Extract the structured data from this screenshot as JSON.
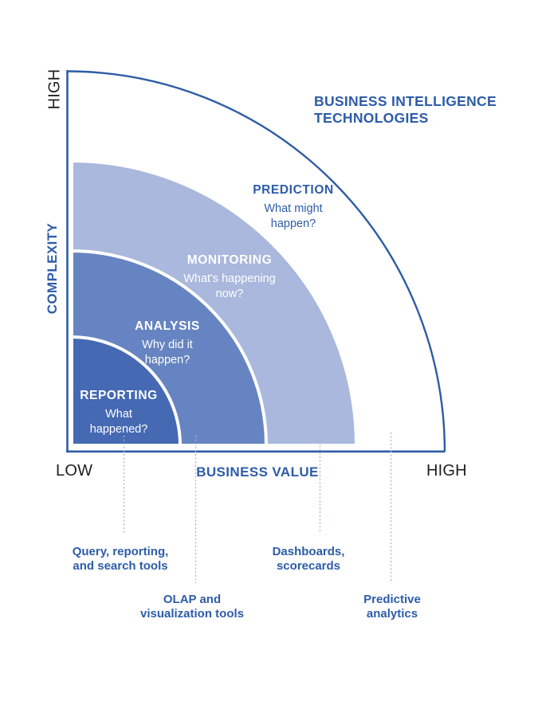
{
  "title": "BUSINESS INTELLIGENCE\nTECHNOLOGIES",
  "y_axis": {
    "high": "HIGH",
    "label": "COMPLEXITY"
  },
  "x_axis": {
    "low": "LOW",
    "label": "BUSINESS VALUE",
    "high": "HIGH"
  },
  "rings": [
    {
      "id": "prediction",
      "name": "PREDICTION",
      "question": "What might\nhappen?",
      "fill": "#ffffff"
    },
    {
      "id": "monitoring",
      "name": "MONITORING",
      "question": "What's happening\nnow?",
      "fill": "#a9b8dc"
    },
    {
      "id": "analysis",
      "name": "ANALYSIS",
      "question": "Why did it\nhappen?",
      "fill": "#6684c1"
    },
    {
      "id": "reporting",
      "name": "REPORTING",
      "question": "What\nhappened?",
      "fill": "#4569b3"
    }
  ],
  "callouts": [
    {
      "label": "Query, reporting,\nand search tools"
    },
    {
      "label": "OLAP and\nvisualization tools"
    },
    {
      "label": "Dashboards,\nscorecards"
    },
    {
      "label": "Predictive\nanalytics"
    }
  ],
  "colors": {
    "accent_blue": "#2d5ca9",
    "axis_blue": "#2e5ca6",
    "dotted_line": "#a8b1cd",
    "text_dark": "#1e1e1e"
  }
}
